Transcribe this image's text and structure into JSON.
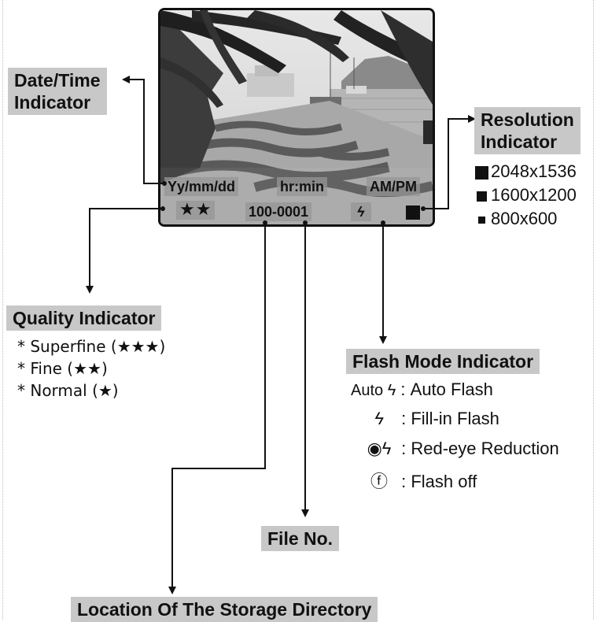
{
  "screen_overlay": {
    "date_format": "Yy/mm/dd",
    "time_format": "hr:min",
    "ampm": "AM/PM",
    "quality_stars": "★★",
    "file_number": "100-0001",
    "flash_symbol": "ϟ"
  },
  "labels": {
    "datetime_line1": "Date/Time",
    "datetime_line2": "Indicator",
    "resolution_line1": "Resolution",
    "resolution_line2": "Indicator",
    "quality": "Quality Indicator",
    "flash_mode": "Flash Mode Indicator",
    "file_no": "File No.",
    "storage_dir": "Location Of The Storage Directory"
  },
  "resolution_options": [
    "2048x1536",
    "1600x1200",
    "800x600"
  ],
  "quality_options": [
    "* Superfine (★★★)",
    "* Fine (★★)",
    "* Normal (★)"
  ],
  "flash_modes": [
    {
      "symbol": "Auto ϟ",
      "desc": ": Auto Flash"
    },
    {
      "symbol": "ϟ",
      "desc": ": Fill-in Flash"
    },
    {
      "symbol": "◉ϟ",
      "desc": ": Red-eye Reduction"
    },
    {
      "symbol": "ⓕ",
      "desc": ": Flash off"
    }
  ],
  "colors": {
    "label_bg": "#c8c8c8",
    "ink": "#111111"
  }
}
